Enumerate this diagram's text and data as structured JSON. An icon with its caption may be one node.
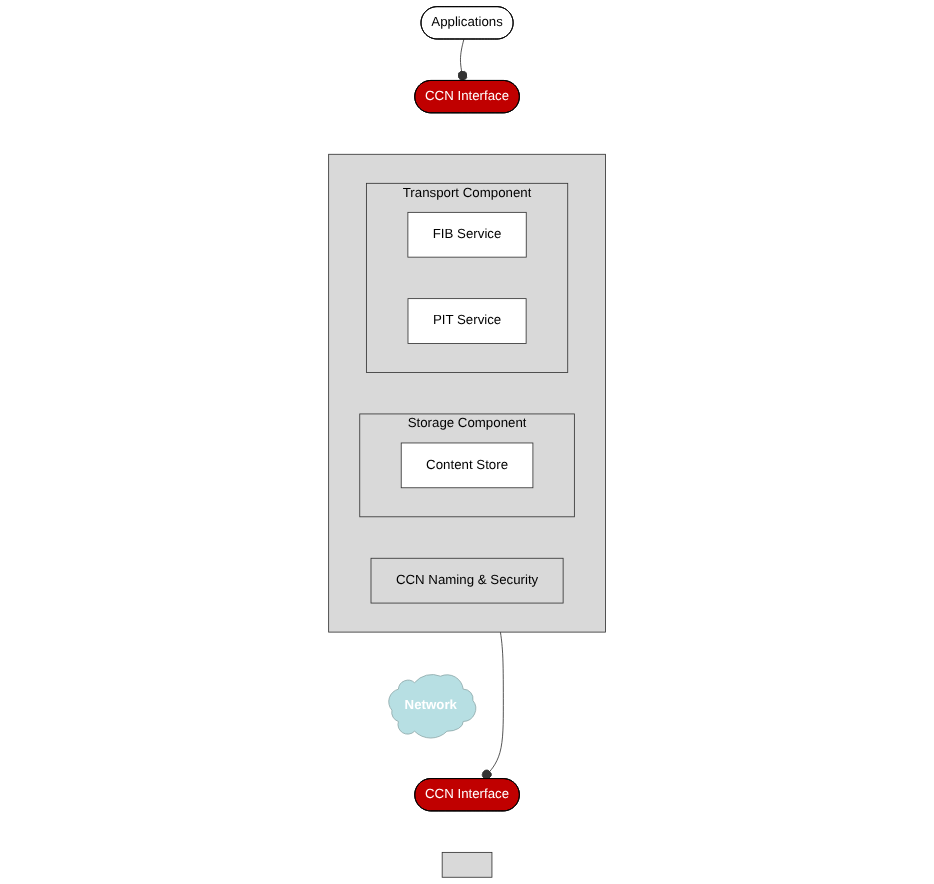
{
  "diagram": {
    "nodes": [
      {
        "text": [
          "Applications"
        ]
      },
      {
        "text": [
          "CCN Interface"
        ]
      },
      {
        "text": [],
        "shape": "box"
      },
      {
        "text": [
          "Storage Component"
        ],
        "in": 2
      },
      {
        "text": [
          "Content Store"
        ],
        "in": 3
      },
      {
        "text": [
          "Transport Component"
        ],
        "in": 2
      },
      {
        "text": [
          "FIB Service"
        ],
        "in": 5
      },
      {
        "text": [
          "PIT Service"
        ],
        "in": 5
      },
      {
        "text": [
          "CCN Naming & Security"
        ],
        "in": 2
      },
      {
        "text": [
          "Network"
        ]
      },
      {
        "text": [
          "CCN Interface"
        ]
      },
      {
        "text": [],
        "shape": "box"
      }
    ],
    "edges": [
      {
        "from": 0,
        "to": 1,
        "arrow": "other"
      },
      {
        "from": 2,
        "to": 10,
        "arrow": "other"
      }
    ]
  }
}
